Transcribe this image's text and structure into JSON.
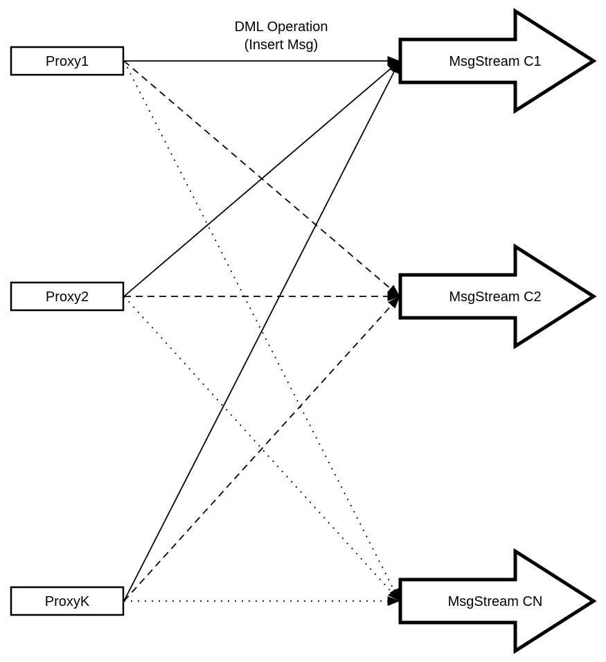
{
  "colors": {
    "background": "#ffffff",
    "ink": "#000000"
  },
  "title": {
    "line1": "DML Operation",
    "line2": "(Insert Msg)"
  },
  "proxies": [
    {
      "id": "proxy1",
      "label": "Proxy1"
    },
    {
      "id": "proxy2",
      "label": "Proxy2"
    },
    {
      "id": "proxyk",
      "label": "ProxyK"
    }
  ],
  "streams": [
    {
      "id": "c1",
      "label": "MsgStream C1",
      "incoming_line_style": "solid"
    },
    {
      "id": "c2",
      "label": "MsgStream C2",
      "incoming_line_style": "dashed"
    },
    {
      "id": "cn",
      "label": "MsgStream CN",
      "incoming_line_style": "dotted"
    }
  ],
  "edges": [
    {
      "from": "proxy1",
      "to": "c1",
      "style": "solid"
    },
    {
      "from": "proxy2",
      "to": "c1",
      "style": "solid"
    },
    {
      "from": "proxyk",
      "to": "c1",
      "style": "solid"
    },
    {
      "from": "proxy1",
      "to": "c2",
      "style": "dashed"
    },
    {
      "from": "proxy2",
      "to": "c2",
      "style": "dashed"
    },
    {
      "from": "proxyk",
      "to": "c2",
      "style": "dashed"
    },
    {
      "from": "proxy1",
      "to": "cn",
      "style": "dotted"
    },
    {
      "from": "proxy2",
      "to": "cn",
      "style": "dotted"
    },
    {
      "from": "proxyk",
      "to": "cn",
      "style": "dotted"
    }
  ]
}
